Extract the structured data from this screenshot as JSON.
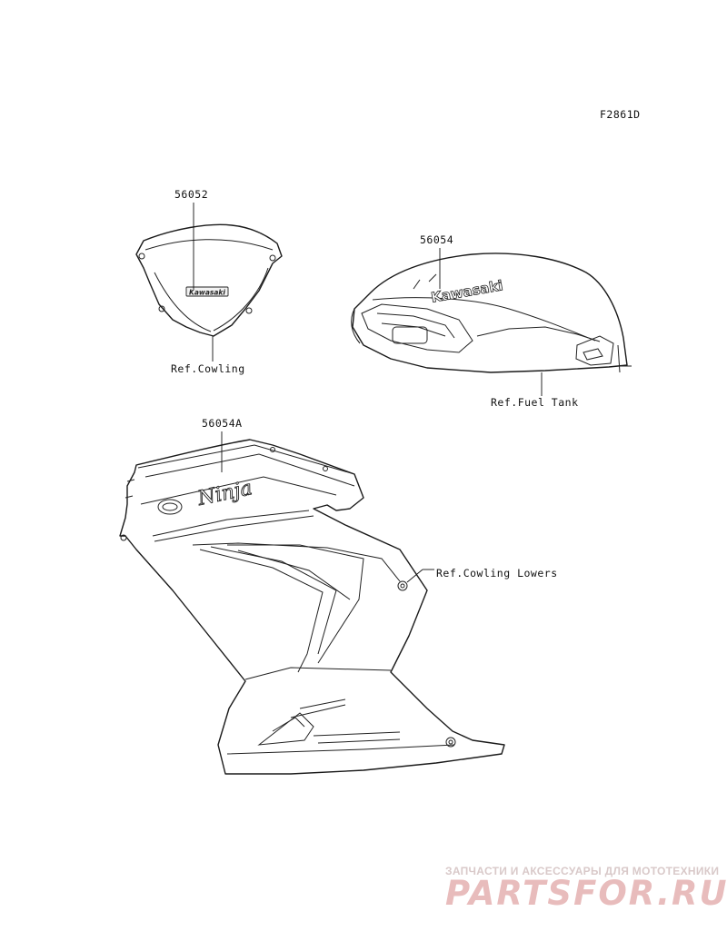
{
  "figure_code": "F2861D",
  "labels": {
    "windshield_part": "56052",
    "windshield_ref": "Ref.Cowling",
    "tank_part": "56054",
    "tank_ref": "Ref.Fuel Tank",
    "cowling_part": "56054A",
    "cowling_ref": "Ref.Cowling Lowers"
  },
  "decals": {
    "windshield_logo": "Kawasaki",
    "tank_logo": "Kawasaki",
    "cowling_logo": "Ninja"
  },
  "watermark": {
    "tagline": "ЗАПЧАСТИ И АКСЕССУАРЫ ДЛЯ МОТОТЕХНИКИ",
    "brand": "PARTSFOR.RU"
  },
  "colors": {
    "line": "#1a1a1a",
    "watermark_text": "#e8bcbc"
  }
}
